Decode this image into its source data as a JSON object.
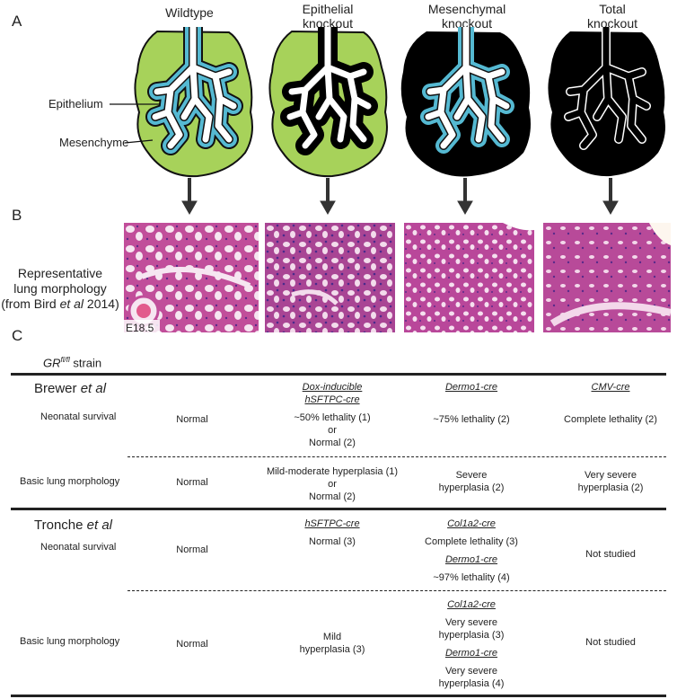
{
  "panels": {
    "a": "A",
    "b": "B",
    "c": "C"
  },
  "columns": [
    {
      "id": "wt",
      "line1": "Wildtype",
      "line2": ""
    },
    {
      "id": "epi",
      "line1": "Epithelial",
      "line2": "knockout"
    },
    {
      "id": "mes",
      "line1": "Mesenchymal",
      "line2": "knockout"
    },
    {
      "id": "tot",
      "line1": "Total",
      "line2": "knockout"
    }
  ],
  "labels": {
    "epithelium": "Epithelium",
    "mesenchyme": "Mesenchyme"
  },
  "colors": {
    "mesenchyme_wt": "#a7d25a",
    "epithelium": "#55b9d2",
    "knockout": "#000000",
    "tissue": "#b04590"
  },
  "panel_b": {
    "line1": "Representative",
    "line2": "lung morphology",
    "line3_pre": "(from Bird ",
    "line3_em": "et al",
    "line3_post": " 2014)",
    "stage": "E18.5"
  },
  "table": {
    "strain_label": "GR",
    "strain_sup": "fl/fl",
    "strain_suffix": " strain",
    "brewer": {
      "group_pre": "Brewer ",
      "group_em": "et al",
      "cre_epi_1": "Dox-inducible",
      "cre_epi_2": "hSFTPC-cre",
      "cre_mes": "Dermo1-cre",
      "cre_tot": "CMV-cre",
      "neonatal": {
        "label": "Neonatal survival",
        "wt": "Normal",
        "epi_1": "~50% lethality (1)",
        "epi_or": "or",
        "epi_2": "Normal (2)",
        "mes": "~75% lethality (2)",
        "tot": "Complete lethality (2)"
      },
      "morph": {
        "label": "Basic lung morphology",
        "wt": "Normal",
        "epi_1": "Mild-moderate hyperplasia (1)",
        "epi_or": "or",
        "epi_2": "Normal (2)",
        "mes_1": "Severe",
        "mes_2": "hyperplasia (2)",
        "tot_1": "Very severe",
        "tot_2": "hyperplasia (2)"
      }
    },
    "tronche": {
      "group_pre": "Tronche ",
      "group_em": "et al",
      "neonatal": {
        "label": "Neonatal survival",
        "wt": "Normal",
        "epi_cre": "hSFTPC-cre",
        "epi": "Normal (3)",
        "mes_cre_1": "Col1a2-cre",
        "mes_1": "Complete lethality (3)",
        "mes_cre_2": "Dermo1-cre",
        "mes_2": "~97% lethality (4)",
        "tot": "Not studied"
      },
      "morph": {
        "label": "Basic lung morphology",
        "wt": "Normal",
        "epi_1": "Mild",
        "epi_2": "hyperplasia (3)",
        "mes_cre_1": "Col1a2-cre",
        "mes_1a": "Very severe",
        "mes_1b": "hyperplasia (3)",
        "mes_cre_2": "Dermo1-cre",
        "mes_2a": "Very severe",
        "mes_2b": "hyperplasia (4)",
        "tot": "Not studied"
      }
    }
  }
}
